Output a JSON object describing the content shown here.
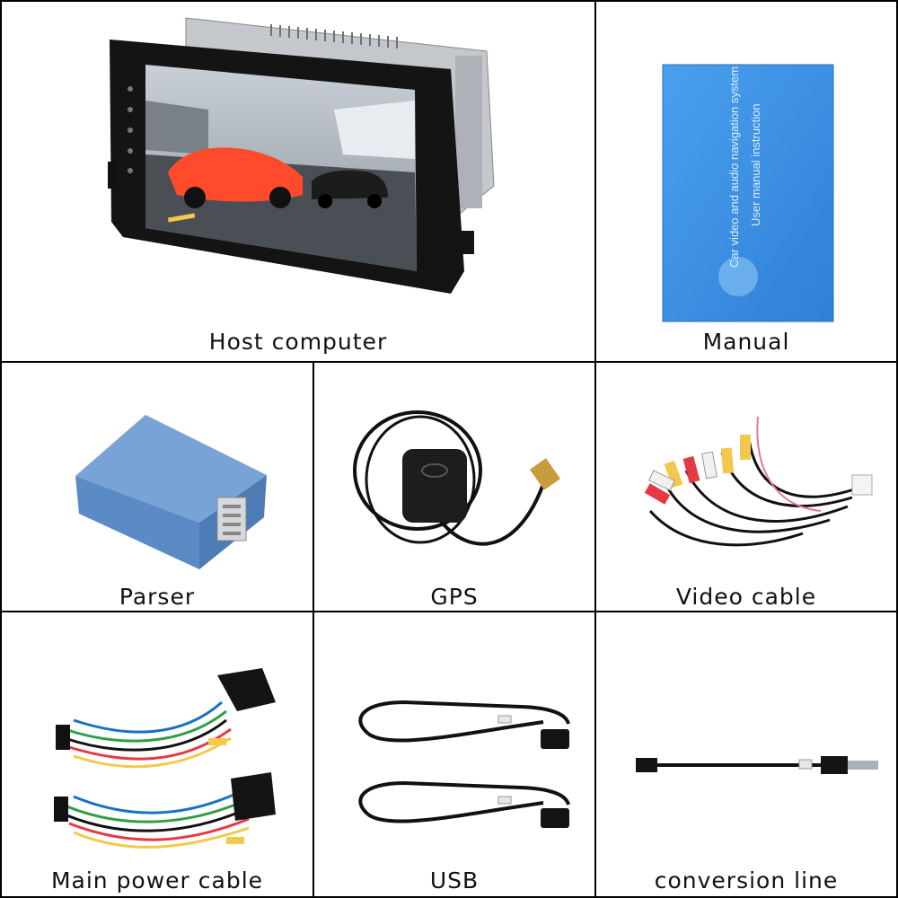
{
  "items": [
    {
      "label": "Host computer",
      "image_icon": "car-head-unit-icon"
    },
    {
      "label": "Manual",
      "image_icon": "manual-booklet-icon",
      "cover_text_1": "Car video and audio navigation system",
      "cover_text_2": "User manual instruction"
    },
    {
      "label": "Parser",
      "image_icon": "decoder-box-icon"
    },
    {
      "label": "GPS",
      "image_icon": "gps-antenna-icon"
    },
    {
      "label": "Video cable",
      "image_icon": "rca-cable-icon"
    },
    {
      "label": "Main power cable",
      "image_icon": "wiring-harness-icon"
    },
    {
      "label": "USB",
      "image_icon": "usb-cable-icon"
    },
    {
      "label": "conversion line",
      "image_icon": "antenna-adapter-icon"
    }
  ],
  "colors": {
    "border": "#000000",
    "manual_blue": "#3f8fe0",
    "parser_blue": "#5b8bc4",
    "car_red": "#ff4b2b"
  }
}
